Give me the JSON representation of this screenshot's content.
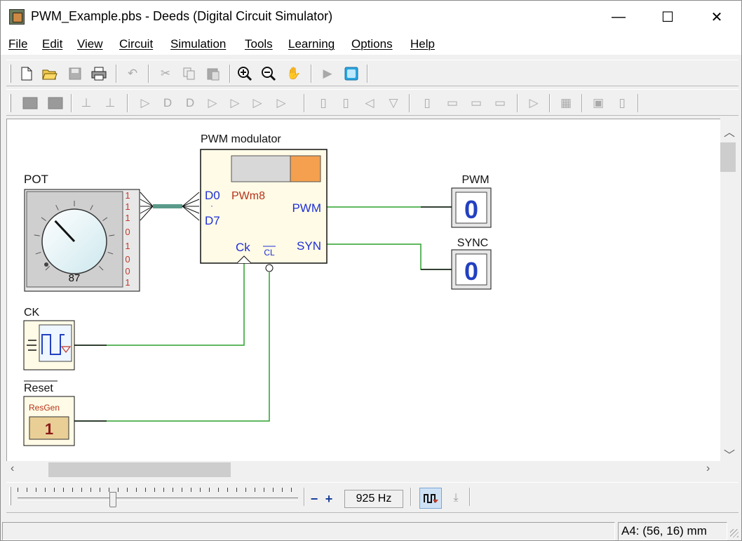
{
  "window": {
    "title": "PWM_Example.pbs - Deeds (Digital Circuit Simulator)",
    "minimize_glyph": "—",
    "maximize_glyph": "☐",
    "close_glyph": "✕"
  },
  "menu": [
    "File",
    "Edit",
    "View",
    "Circuit",
    "Simulation",
    "Tools",
    "Learning",
    "Options",
    "Help"
  ],
  "circuit": {
    "pot_label": "POT",
    "pot_value": "87",
    "pot_bits": [
      "1",
      "1",
      "1",
      "0",
      "1",
      "0",
      "0",
      "1"
    ],
    "pot_fraction": 0.34,
    "pwm_block_title": "PWM modulator",
    "pwm_block_name": "PWm8",
    "pin_d0": "D0",
    "pin_d7": "D7",
    "pin_pwm": "PWM",
    "pin_ck": "Ck",
    "pin_cl": "CL",
    "pin_syn": "SYN",
    "ck_label": "CK",
    "reset_label": "Reset",
    "resgen_name": "ResGen",
    "resgen_value": "1",
    "out_pwm_label": "PWM",
    "out_pwm_value": "0",
    "out_sync_label": "SYNC",
    "out_sync_value": "0",
    "wire_color": "#2ca02c",
    "bus_color": "#5a9a8a",
    "pin_text_color": "#1f2fd6",
    "name_text_color": "#b5331a",
    "block_fill": "#fffbe6",
    "orange_color": "#f4a04e"
  },
  "simulation": {
    "speed_fraction": 0.34,
    "minus": "−",
    "plus": "+",
    "frequency": "925 Hz"
  },
  "status": {
    "left": "",
    "coordinates": "A4: (56, 16) mm"
  }
}
